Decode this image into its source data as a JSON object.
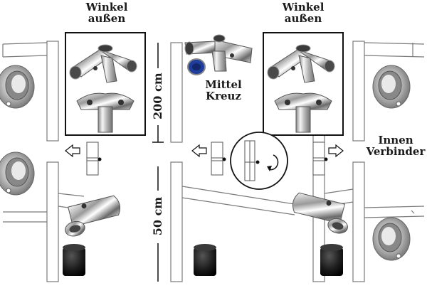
{
  "labels": {
    "winkel_left": "Winkel\naußen",
    "winkel_right": "Winkel\naußen",
    "mittel_kreuz": "Mittel\nKreuz",
    "innen_verbinder": "Innen\nVerbinder",
    "height_top": "200 cm",
    "height_bottom": "50 cm"
  },
  "icons": {
    "corner_fitting": "corner-3way-fitting-icon",
    "cross_fitting": "cross-4way-fitting-icon",
    "wall_flange": "wall-flange-icon",
    "inner_connector": "inner-connector-icon",
    "foot_cap": "rubber-foot-cap-icon",
    "arrow": "hollow-arrow-icon",
    "rotate": "rotate-arrow-icon"
  },
  "colors": {
    "pipe_stroke": "#7a7a7a",
    "chrome_dark": "#5a5a5a",
    "chrome_light": "#e8e8e8",
    "rubber": "#1c1c1c",
    "blue_plug": "#1f3d9a"
  }
}
